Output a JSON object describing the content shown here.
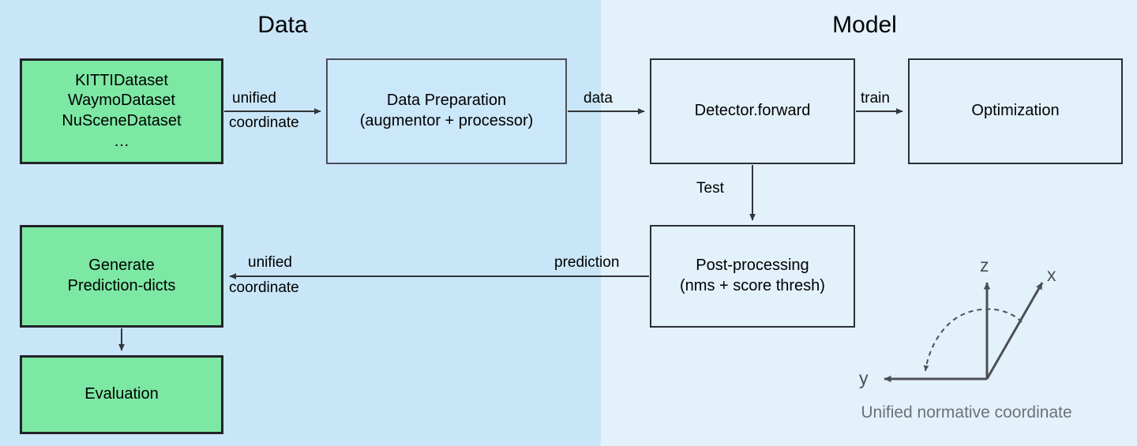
{
  "figure": {
    "title_data": "Data",
    "title_model": "Model",
    "caption_coord": "Unified normative coordinate"
  },
  "colors": {
    "panel_data_bg": "#c9e6f8",
    "panel_model_bg": "#e3f1fa",
    "green_node": "#7ce8a4",
    "node_border_dark": "#22242a",
    "node_border_gray": "#4a4f58",
    "arrow": "#33363b",
    "axis": "#4c5054",
    "caption_text": "#6d7276"
  },
  "nodes": {
    "datasets": "KITTIDataset\nWaymoDataset\nNuSceneDataset\n…",
    "data_preparation": "Data Preparation\n(augmentor + processor)",
    "detector_forward": "Detector.forward",
    "optimization": "Optimization",
    "post_processing": "Post-processing\n(nms + score thresh)",
    "generate_prediction_dicts": "Generate\nPrediction-dicts",
    "evaluation": "Evaluation"
  },
  "edges": {
    "unified_top_line1": "unified",
    "unified_top_line2": "coordinate",
    "data": "data",
    "train": "train",
    "test": "Test",
    "prediction": "prediction",
    "unified_bottom_line1": "unified",
    "unified_bottom_line2": "coordinate"
  },
  "axes": {
    "z": "z",
    "x": "x",
    "y": "y"
  }
}
